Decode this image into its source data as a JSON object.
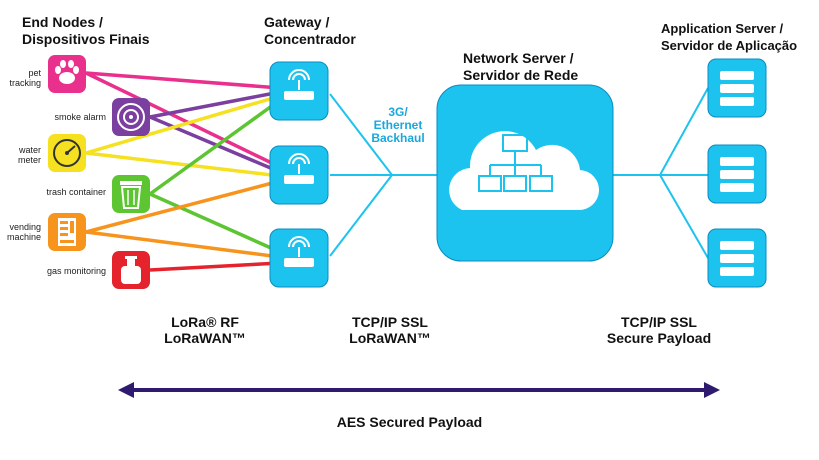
{
  "headers": {
    "end_nodes": [
      "End Nodes /",
      "Dispositivos Finais"
    ],
    "gateway": [
      "Gateway /",
      "Concentrador"
    ],
    "network_server": [
      "Network Server /",
      "Servidor de Rede"
    ],
    "app_server": [
      "Application Server /",
      "Servidor de Aplicação"
    ]
  },
  "backhaul": [
    "3G/",
    "Ethernet",
    "Backhaul"
  ],
  "devices": [
    {
      "label": [
        "pet",
        "tracking"
      ],
      "color": "#e8308c",
      "icon": "paw-icon"
    },
    {
      "label": [
        "smoke alarm"
      ],
      "color": "#7b3fa0",
      "icon": "smoke-detector-icon"
    },
    {
      "label": [
        "water",
        "meter"
      ],
      "color": "#f5e11f",
      "icon": "meter-gauge-icon"
    },
    {
      "label": [
        "trash container"
      ],
      "color": "#5cc531",
      "icon": "trash-bin-icon"
    },
    {
      "label": [
        "vending",
        "machine"
      ],
      "color": "#f7941d",
      "icon": "vending-machine-icon"
    },
    {
      "label": [
        "gas monitoring"
      ],
      "color": "#e5232d",
      "icon": "gas-tank-icon"
    }
  ],
  "protocols": {
    "lora": [
      "LoRa® RF",
      "LoRaWAN™"
    ],
    "tcp1": [
      "TCP/IP SSL",
      "LoRaWAN™"
    ],
    "tcp2": [
      "TCP/IP SSL",
      "Secure Payload"
    ]
  },
  "aes": "AES Secured Payload",
  "colors": {
    "accent": "#1dc3ef",
    "accent_dark": "#0a8bbf",
    "backhaul_text": "#19a8dc",
    "arrow": "#2e1a6e"
  }
}
